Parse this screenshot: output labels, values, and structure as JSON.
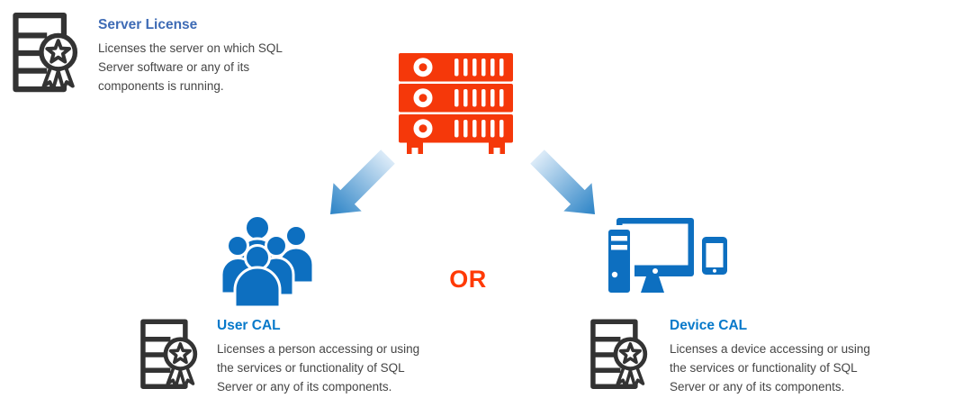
{
  "or_label": "OR",
  "sections": {
    "server_license": {
      "title": "Server License",
      "description": "Licenses the server on which SQL\nServer software or any of its\ncomponents is running."
    },
    "user_cal": {
      "title": "User CAL",
      "description": "Licenses a person accessing or using\nthe services or functionality of SQL\nServer or any of its components."
    },
    "device_cal": {
      "title": "Device CAL",
      "description": "Licenses a device accessing or using\nthe services or functionality of SQL\nServer or any of its components."
    }
  },
  "icons": {
    "certificate": "license-certificate-icon",
    "server": "server-rack-icon",
    "users": "user-group-icon",
    "devices": "desktop-monitor-phone-icon",
    "arrow_left": "gradient-arrow-down-left-icon",
    "arrow_right": "gradient-arrow-down-right-icon"
  },
  "colors": {
    "accent_red": "#f5380a",
    "or_red": "#ff3a05",
    "icon_blue": "#0d6fc0",
    "title_blue_dark": "#3e6bb5",
    "title_blue_bright": "#0779ca",
    "body_text": "#454545",
    "cert_icon": "#333333",
    "arrow_light": "#dcebf8",
    "arrow_dark": "#2b83c6"
  }
}
